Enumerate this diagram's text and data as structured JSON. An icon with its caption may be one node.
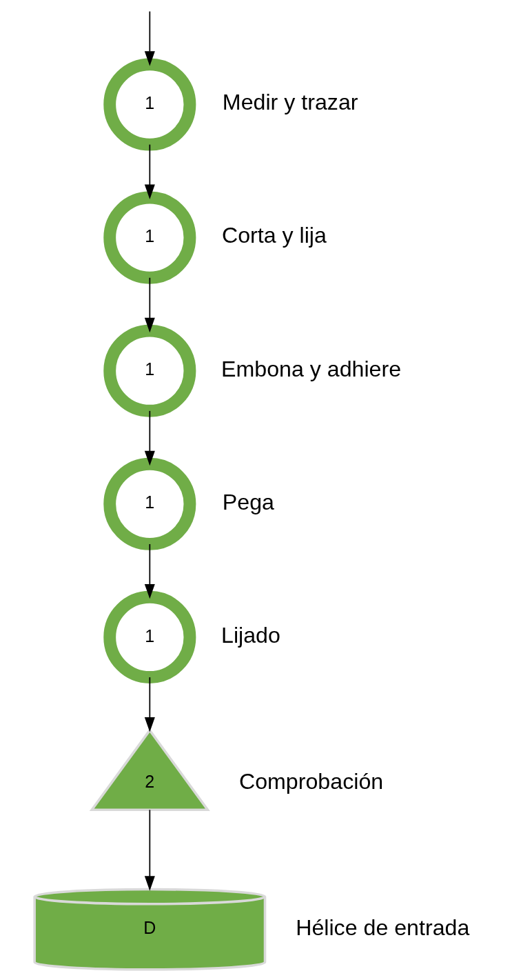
{
  "diagram": {
    "nodes": [
      {
        "text": [
          "1"
        ],
        "beside": [
          "Medir y trazar"
        ]
      },
      {
        "text": [
          "1"
        ],
        "beside": [
          "Corta y lija"
        ]
      },
      {
        "text": [
          "1"
        ],
        "beside": [
          "Embona y adhiere"
        ]
      },
      {
        "text": [
          "1"
        ],
        "beside": [
          "Pega"
        ]
      },
      {
        "text": [
          "1"
        ],
        "beside": [
          "Lijado"
        ]
      },
      {
        "text": [
          "2"
        ],
        "beside": [
          "Comprobación"
        ]
      },
      {
        "text": [
          "D"
        ],
        "beside": [
          "Hélice de entrada"
        ]
      }
    ],
    "edges": [
      {
        "from": null,
        "to": 0,
        "arrow": "to"
      },
      {
        "from": 0,
        "to": 1,
        "arrow": "to"
      },
      {
        "from": 1,
        "to": 2,
        "arrow": "to"
      },
      {
        "from": 2,
        "to": 3,
        "arrow": "to"
      },
      {
        "from": 3,
        "to": 4,
        "arrow": "to"
      },
      {
        "from": 4,
        "to": 5,
        "arrow": "to"
      },
      {
        "from": 5,
        "to": 6,
        "arrow": "to"
      }
    ]
  }
}
